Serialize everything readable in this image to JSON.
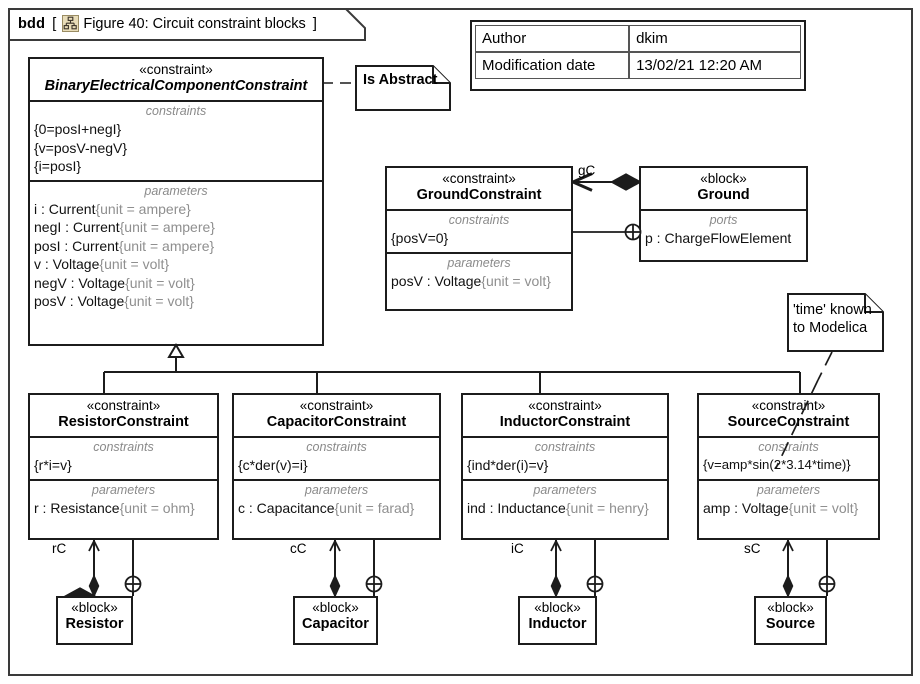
{
  "diagram": {
    "kind": "bdd",
    "bracket_open": "[",
    "bracket_close": "]",
    "icon": "bdd-diagram-icon",
    "title": "Figure 40: Circuit constraint blocks"
  },
  "header_table": {
    "rows": [
      {
        "label": "Author",
        "value": "dkim"
      },
      {
        "label": "Modification date",
        "value": "13/02/21 12:20 AM"
      }
    ]
  },
  "notes": [
    {
      "id": "is-abstract",
      "text": "Is Abstract"
    },
    {
      "id": "time-known",
      "line1": "'time' known",
      "line2": "to Modelica"
    }
  ],
  "labels": {
    "constraints": "constraints",
    "parameters": "parameters",
    "ports": "ports",
    "stereotype_constraint": "«constraint»",
    "stereotype_block": "«block»"
  },
  "blocks": {
    "binary": {
      "stereotype": "«constraint»",
      "name": "BinaryElectricalComponentConstraint",
      "constraints": [
        "{0=posI+negI}",
        "{v=posV-negV}",
        "{i=posI}"
      ],
      "parameters": [
        {
          "name": "i : Current",
          "unit": "{unit = ampere}"
        },
        {
          "name": "negI : Current",
          "unit": "{unit = ampere}"
        },
        {
          "name": "posI : Current",
          "unit": "{unit = ampere}"
        },
        {
          "name": "v : Voltage",
          "unit": "{unit = volt}"
        },
        {
          "name": "negV : Voltage",
          "unit": "{unit = volt}"
        },
        {
          "name": "posV : Voltage",
          "unit": "{unit = volt}"
        }
      ]
    },
    "ground_constraint": {
      "stereotype": "«constraint»",
      "name": "GroundConstraint",
      "constraints": [
        "{posV=0}"
      ],
      "parameters": [
        {
          "name": "posV : Voltage",
          "unit": "{unit = volt}"
        }
      ]
    },
    "ground": {
      "stereotype": "«block»",
      "name": "Ground",
      "ports": [
        {
          "name": "p : ChargeFlowElement",
          "unit": ""
        }
      ]
    },
    "resistor_constraint": {
      "stereotype": "«constraint»",
      "name": "ResistorConstraint",
      "constraints": [
        "{r*i=v}"
      ],
      "parameters": [
        {
          "name": "r : Resistance",
          "unit": "{unit = ohm}"
        }
      ]
    },
    "capacitor_constraint": {
      "stereotype": "«constraint»",
      "name": "CapacitorConstraint",
      "constraints": [
        "{c*der(v)=i}"
      ],
      "parameters": [
        {
          "name": "c : Capacitance",
          "unit": "{unit = farad}"
        }
      ]
    },
    "inductor_constraint": {
      "stereotype": "«constraint»",
      "name": "InductorConstraint",
      "constraints": [
        "{ind*der(i)=v}"
      ],
      "parameters": [
        {
          "name": "ind : Inductance",
          "unit": "{unit = henry}"
        }
      ]
    },
    "source_constraint": {
      "stereotype": "«constraint»",
      "name": "SourceConstraint",
      "constraints": [
        "{v=amp*sin(2*3.14*time)}"
      ],
      "parameters": [
        {
          "name": "amp : Voltage",
          "unit": "{unit = volt}"
        }
      ]
    },
    "resistor": {
      "stereotype": "«block»",
      "name": "Resistor"
    },
    "capacitor": {
      "stereotype": "«block»",
      "name": "Capacitor"
    },
    "inductor": {
      "stereotype": "«block»",
      "name": "Inductor"
    },
    "source": {
      "stereotype": "«block»",
      "name": "Source"
    }
  },
  "connectors": {
    "gc": "gC",
    "rc": "rC",
    "cc": "cC",
    "ic": "iC",
    "sc": "sC"
  },
  "colors": {
    "line": "#1c1c1c",
    "frame": "#3a3a3a",
    "muted": "#8f8f8f",
    "icon_fill": "#e8dcb8",
    "icon_stroke": "#9a8c63"
  }
}
